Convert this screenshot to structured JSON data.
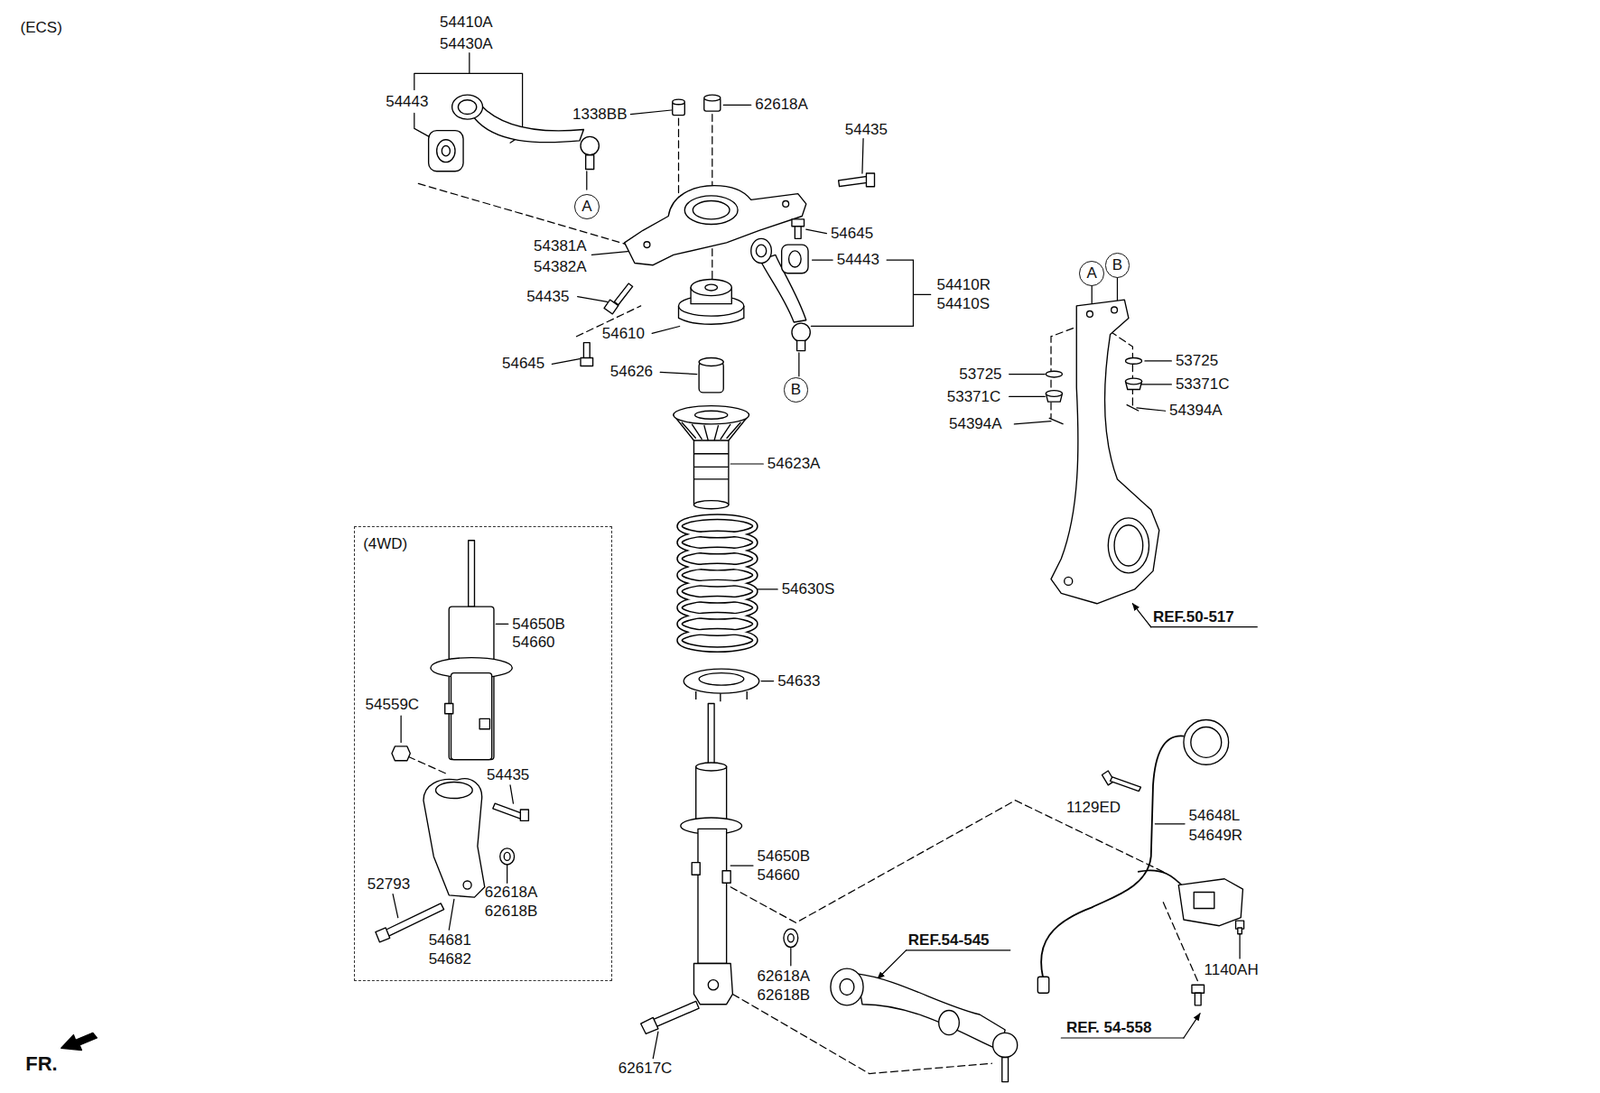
{
  "diagram": {
    "title": "(ECS)",
    "nodes": [
      {
        "text": [
          "A"
        ]
      },
      {
        "text": [
          "B"
        ]
      },
      {
        "text": [
          "A"
        ]
      },
      {
        "text": [
          "B"
        ]
      },
      {
        "text": [
          "(4WD)"
        ]
      }
    ],
    "labels": [
      "54410A",
      "54430A",
      "54443",
      "1338BB",
      "62618A",
      "54435",
      "54645",
      "54381A",
      "54382A",
      "54443",
      "54410R",
      "54410S",
      "54435",
      "54610",
      "54645",
      "54626",
      "53725",
      "53725",
      "53371C",
      "53371C",
      "54394A",
      "54394A",
      "54623A",
      "54630S",
      "REF.50-517",
      "54650B",
      "54660",
      "54633",
      "54559C",
      "54435",
      "1129ED",
      "54648L",
      "54649R",
      "54650B",
      "54660",
      "52793",
      "62618A",
      "62618B",
      "REF.54-545",
      "54681",
      "54682",
      "1140AH",
      "62618A",
      "62618B",
      "REF. 54-558",
      "62617C",
      "FR."
    ]
  }
}
